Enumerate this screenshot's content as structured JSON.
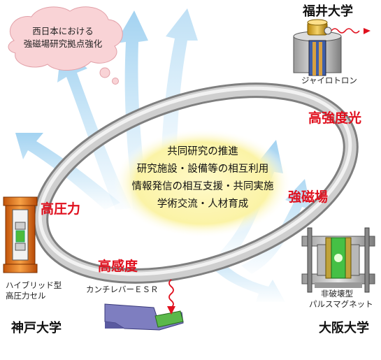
{
  "cloud": {
    "lines": [
      "西日本における",
      "強磁場研究拠点強化"
    ]
  },
  "center": {
    "lines": [
      "共同研究の推進",
      "研究施設・設備等の相互利用",
      "情報発信の相互支援・共同実施",
      "学術交流・人材育成"
    ]
  },
  "universities": {
    "fukui": "福井大学",
    "kobe": "神戸大学",
    "osaka": "大阪大学"
  },
  "themes": {
    "light": "高強度光",
    "field": "強磁場",
    "pressure": "高圧力",
    "sensitivity": "高感度"
  },
  "devices": {
    "gyrotron": "ジャイロトロン",
    "pressure_cell": [
      "ハイブリッド型",
      "高圧力セル"
    ],
    "esr": "カンチレバーＥＳＲ",
    "pulse_magnet": [
      "非破壊型",
      "パルスマグネット"
    ]
  },
  "colors": {
    "accent_red": "#e0101e",
    "ring_gray": "#a0a0a0",
    "arrow_blue": "#a8d8f4",
    "center_yellow": "#fbf3a6",
    "cloud_pink": "#f9d3d6"
  }
}
